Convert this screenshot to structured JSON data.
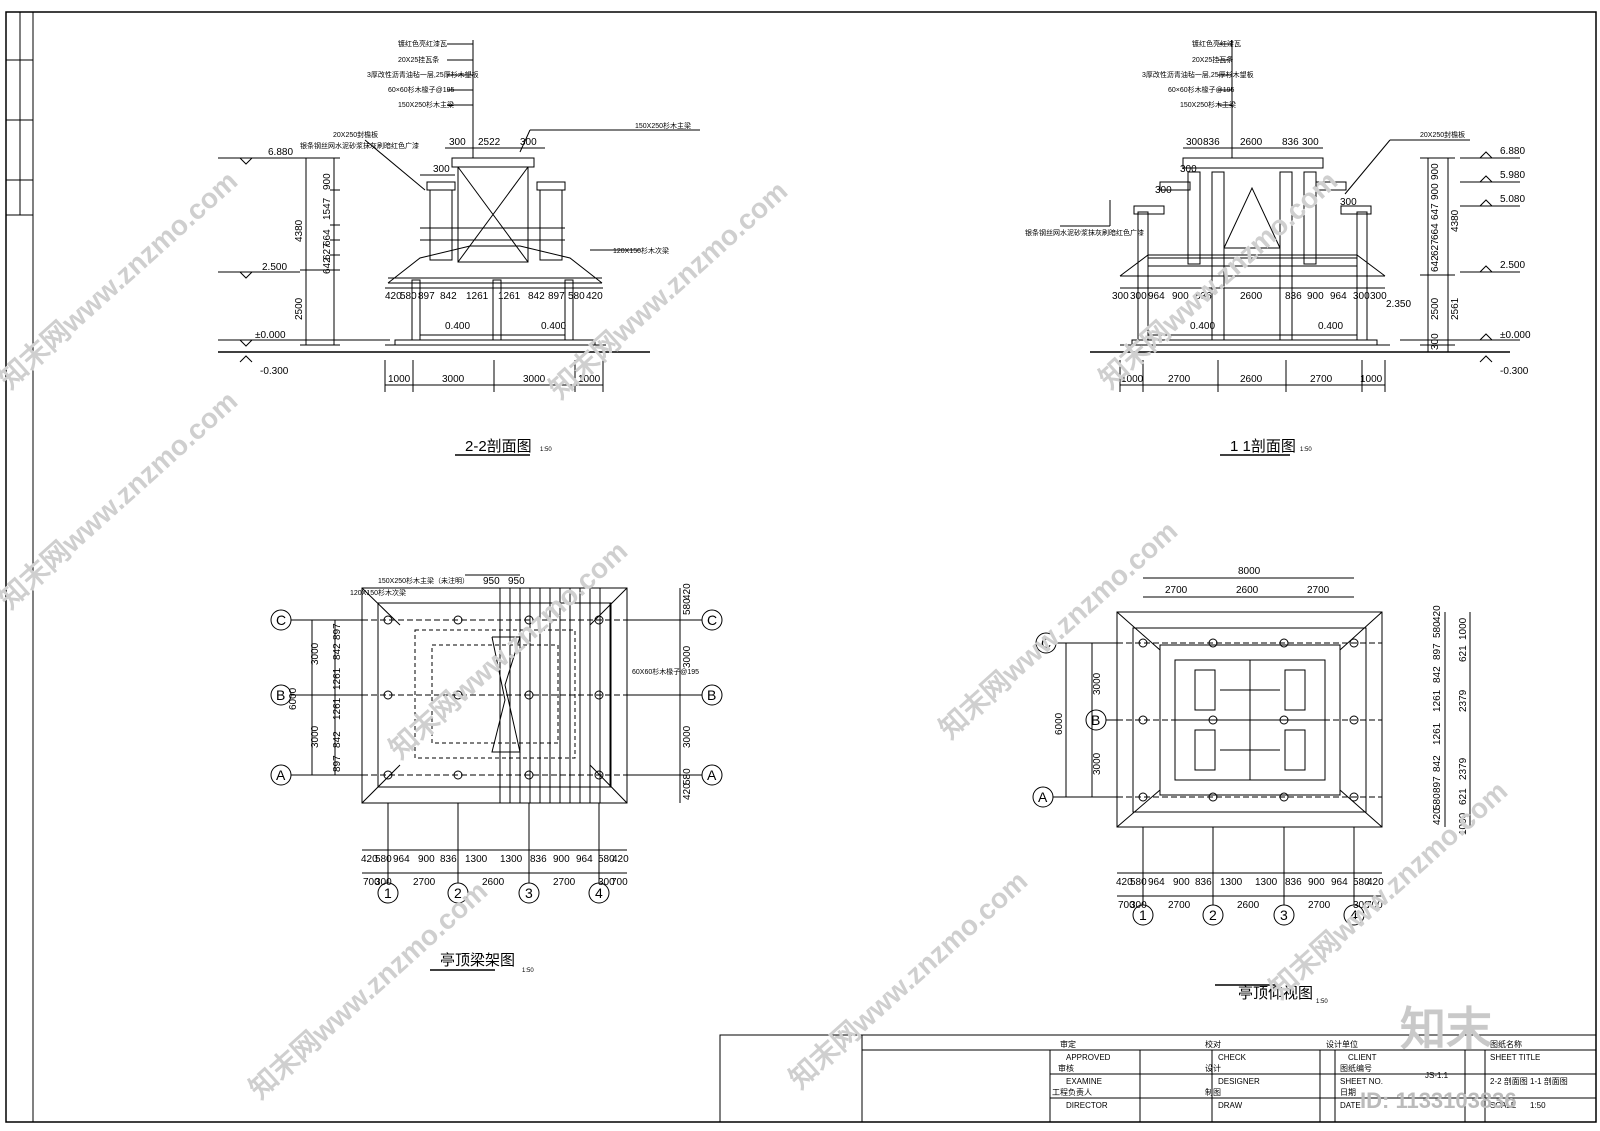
{
  "sections": {
    "s22": {
      "title": "2-2剖面图",
      "scale": "1:50",
      "notes": [
        "镀红色亮红漆瓦",
        "20X25挂瓦条",
        "3厚改性沥青油毡一层,25厚杉木望板",
        "60×60杉木椽子@195",
        "150X250杉木主梁"
      ],
      "side_note_left": "20X250封檐板",
      "side_note_left2": "银条钢丝网水泥砂浆抹灰刷暗红色广漆",
      "side_note_right": "150X250杉木主梁",
      "side_note_right2": "120X150杉木次梁",
      "levels": [
        "6.880",
        "2.500",
        "±0.000",
        "-0.300"
      ],
      "vdims": [
        "900",
        "1547",
        "664",
        "627",
        "642",
        "4380",
        "2500"
      ],
      "topdims": [
        "300",
        "2522",
        "300",
        "300"
      ],
      "rowdims": [
        "420",
        "580",
        "897",
        "842",
        "1261",
        "1261",
        "842",
        "897",
        "580",
        "420"
      ],
      "floor": [
        "0.400",
        "0.400"
      ],
      "bottomdims": [
        "1000",
        "3000",
        "3000",
        "1000"
      ]
    },
    "s11": {
      "title": "1 1剖面图",
      "scale": "1:50",
      "notes": [
        "镀红色亮红漆瓦",
        "20X25挂瓦条",
        "3厚改性沥青油毡一层,25厚杉木望板",
        "60×60杉木椽子@195",
        "150X250杉木主梁"
      ],
      "side_note_right": "20X250封檐板",
      "side_note_left": "银条钢丝网水泥砂浆抹灰刷暗红色广漆",
      "levels": [
        "6.880",
        "5.980",
        "5.080",
        "2.500",
        "±0.000",
        "-0.300"
      ],
      "extra": "2.350",
      "vdims": [
        "900",
        "900",
        "647",
        "664",
        "627",
        "642",
        "4380",
        "2500",
        "2561",
        "300"
      ],
      "topdims": [
        "300",
        "836",
        "2600",
        "836",
        "300"
      ],
      "small": [
        "300",
        "300",
        "300"
      ],
      "rowdims": [
        "300",
        "300",
        "964",
        "900",
        "836",
        "2600",
        "836",
        "900",
        "964",
        "300",
        "300"
      ],
      "floor": [
        "0.400",
        "0.400"
      ],
      "bottomdims": [
        "1000",
        "2700",
        "2600",
        "2700",
        "1000"
      ]
    },
    "frame": {
      "title": "亭顶梁架图",
      "scale": "1:50",
      "notes": [
        "150X250杉木主梁（未注明）",
        "120X150杉木次梁",
        "60X60杉木椽子@195"
      ],
      "topdims": [
        "950",
        "950"
      ],
      "axes_rows": [
        "C",
        "B",
        "A"
      ],
      "axes_cols": [
        "1",
        "2",
        "3",
        "4"
      ],
      "leftdims": [
        "897",
        "842",
        "1261",
        "1261",
        "842",
        "897",
        "3000",
        "3000",
        "6000"
      ],
      "rightdims": [
        "580",
        "420",
        "3000",
        "3000",
        "420",
        "580"
      ],
      "row1": [
        "420",
        "580",
        "964",
        "900",
        "836",
        "1300",
        "1300",
        "836",
        "900",
        "964",
        "580",
        "420"
      ],
      "row2": [
        "700",
        "300",
        "2700",
        "2600",
        "2700",
        "300",
        "700"
      ]
    },
    "soffit": {
      "title": "亭顶仰视图",
      "scale": "1:50",
      "topdims": [
        "8000",
        "2700",
        "2600",
        "2700"
      ],
      "axes_rows": [
        "C",
        "B",
        "A"
      ],
      "axes_cols": [
        "1",
        "2",
        "3",
        "4"
      ],
      "leftdims": [
        "3000",
        "3000",
        "6000"
      ],
      "rightdims": [
        "420",
        "580",
        "897",
        "842",
        "1261",
        "1261",
        "842",
        "897",
        "580",
        "420",
        "1000",
        "621",
        "2379",
        "2379",
        "621",
        "1000"
      ],
      "row1": [
        "420",
        "580",
        "964",
        "900",
        "836",
        "1300",
        "1300",
        "836",
        "900",
        "964",
        "580",
        "420"
      ],
      "row2": [
        "700",
        "300",
        "2700",
        "2600",
        "2700",
        "300",
        "700"
      ]
    }
  },
  "titleblock": {
    "approved_cn": "审定",
    "approved": "APPROVED",
    "check_cn": "校对",
    "check": "CHECK",
    "client_cn": "设计单位",
    "client": "CLIENT",
    "sheet_title_cn": "图纸名称",
    "sheet_title": "SHEET TITLE",
    "examine_cn": "审核",
    "examine": "EXAMINE",
    "designer_cn": "设计",
    "designer": "DESIGNER",
    "sheetno_cn": "图纸编号",
    "sheetno": "SHEET NO.",
    "sheetno_val": "JS-1.1",
    "sheet_sub": "2-2 剖面图 1-1 剖面图",
    "director_cn": "工程负责人",
    "director": "DIRECTOR",
    "draw_cn": "制图",
    "draw": "DRAW",
    "date_cn": "日期",
    "date": "DATE",
    "scale": "SCALE",
    "scale_val": "1:50"
  },
  "watermark": {
    "text": "知末网www.znzmo.com",
    "logo": "知末",
    "id": "ID: 1133103836"
  }
}
